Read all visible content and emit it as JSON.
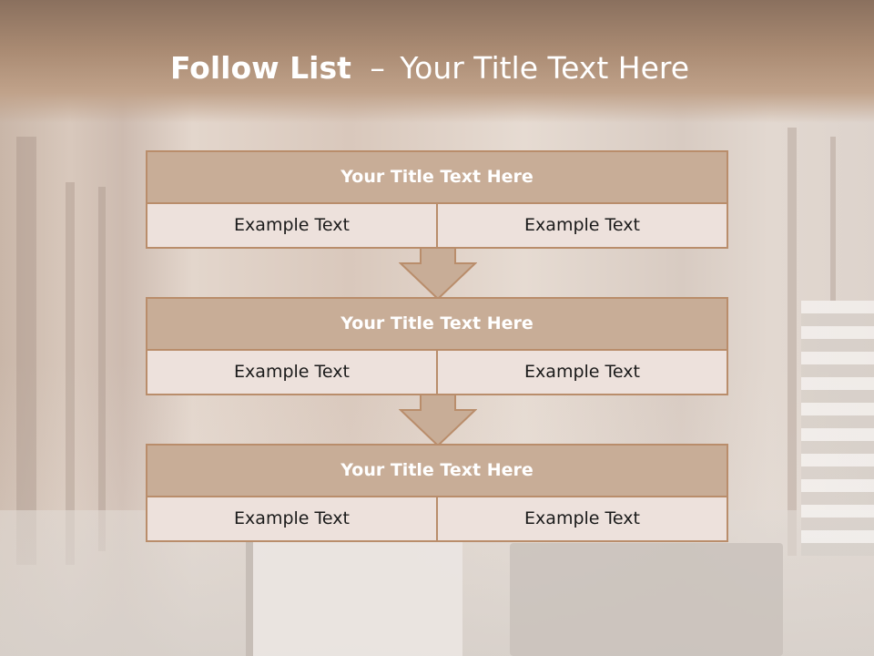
{
  "slide": {
    "title_bold": "Follow List",
    "title_separator": "–",
    "title_rest": "Your Title Text Here"
  },
  "steps": [
    {
      "title": "Your Title Text Here",
      "left": "Example Text",
      "right": "Example Text"
    },
    {
      "title": "Your Title Text Here",
      "left": "Example Text",
      "right": "Example Text"
    },
    {
      "title": "Your Title Text Here",
      "left": "Example Text",
      "right": "Example Text"
    }
  ],
  "colors": {
    "header": "#a98a72",
    "block_border": "#b98d6b",
    "block_title_bg": "#c8ad97",
    "block_cell_bg": "#ede1dc",
    "arrow_fill": "#c8ad97"
  },
  "icons": {
    "connector": "down-arrow-icon"
  }
}
